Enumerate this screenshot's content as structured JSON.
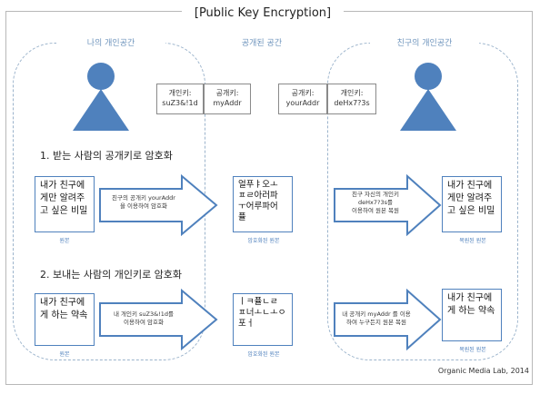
{
  "title": "[Public Key Encryption]",
  "zones": {
    "mine": "나의 개인공간",
    "public": "공개된 공간",
    "friend": "친구의 개인공간"
  },
  "keys": {
    "my_private": "개인키:\nsuZ3&!1d",
    "my_public": "공개키:\nmyAddr",
    "your_public": "공개키:\nyourAddr",
    "your_private": "개인키:\ndeHx7?3s"
  },
  "section1": {
    "heading": "1. 받는 사람의 공개키로 암호화",
    "original": "내가 친구에게만 알려주고 싶은 비밀",
    "original_caption": "원본",
    "encrypt_text": "친구의 공개키 yourAddr\n을 이용하여 암호화",
    "cipher": "얼푸ㅑ오ㅗ\nㅍㄹ아러파\nㅜ어루파어\n퓰",
    "cipher_caption": "암호화된 원본",
    "decrypt_text": "친구 자신의 개인키\ndeHx7?3s를\n이용하여 원본 복원",
    "restored": "내가 친구에게만 알려주고 싶은 비밀",
    "restored_caption": "복원된 원본"
  },
  "section2": {
    "heading": "2. 보내는 사람의 개인키로 암호화",
    "original": "내가 친구에게 하는 약속",
    "original_caption": "원본",
    "encrypt_text": "내 개인키 suZ3&!1d를\n이용하여 암호화",
    "cipher": "ㅣㅋ퓰ㄴㄹ\nㅍ너ㅗㄴㅗㅇ\n포ㅓ",
    "cipher_caption": "암호화된 원본",
    "decrypt_text": "내 공개키 myAddr 를 이용\n하여 누구든지 원본 복원",
    "restored": "내가 친구에게 하는 약속",
    "restored_caption": "복원된 원본"
  },
  "footer": "Organic Media Lab, 2014",
  "colors": {
    "person": "#4f81bd",
    "arrow_fill": "#ffffff",
    "arrow_stroke": "#4f81bd",
    "zone_border": "#9cb4cc"
  }
}
